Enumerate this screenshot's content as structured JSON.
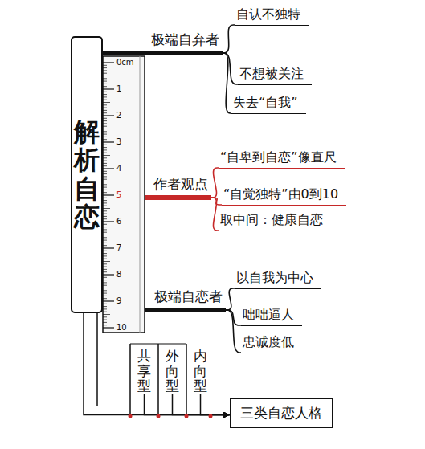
{
  "diagram": {
    "nodes": [
      {
        "text": [
          "解析自恋"
        ]
      },
      {
        "text": [
          "极端自弃者"
        ]
      },
      {
        "text": [
          "自认不独特"
        ]
      },
      {
        "text": [
          "不想被关注"
        ]
      },
      {
        "text": [
          "失去“自我”"
        ]
      },
      {
        "text": [
          "作者观点"
        ]
      },
      {
        "text": [
          "“自卑到自恋”像直尺"
        ]
      },
      {
        "text": [
          "“自觉独特”由0到10"
        ]
      },
      {
        "text": [
          "取中间：健康自恋"
        ]
      },
      {
        "text": [
          "极端自恋者"
        ]
      },
      {
        "text": [
          "以自我为中心"
        ]
      },
      {
        "text": [
          "咄咄逼人"
        ]
      },
      {
        "text": [
          "忠诚度低"
        ]
      },
      {
        "text": [
          "共享型"
        ]
      },
      {
        "text": [
          "外向型"
        ]
      },
      {
        "text": [
          "内向型"
        ]
      },
      {
        "text": [
          "三类自恋人格"
        ]
      }
    ],
    "edges": [
      {
        "from": 0,
        "to": 1,
        "arrow": "none"
      },
      {
        "from": 1,
        "to": 2,
        "arrow": "none"
      },
      {
        "from": 1,
        "to": 3,
        "arrow": "none"
      },
      {
        "from": 1,
        "to": 4,
        "arrow": "none"
      },
      {
        "from": 0,
        "to": 5,
        "arrow": "none"
      },
      {
        "from": 5,
        "to": 6,
        "arrow": "none"
      },
      {
        "from": 5,
        "to": 7,
        "arrow": "none"
      },
      {
        "from": 5,
        "to": 8,
        "arrow": "none"
      },
      {
        "from": 0,
        "to": 9,
        "arrow": "none"
      },
      {
        "from": 9,
        "to": 10,
        "arrow": "none"
      },
      {
        "from": 9,
        "to": 11,
        "arrow": "none"
      },
      {
        "from": 9,
        "to": 12,
        "arrow": "none"
      },
      {
        "from": 13,
        "to": 16,
        "arrow": "to"
      },
      {
        "from": 14,
        "to": 16,
        "arrow": "to"
      },
      {
        "from": 15,
        "to": 16,
        "arrow": "to"
      },
      {
        "from": 0,
        "to": 16,
        "arrow": "to"
      }
    ],
    "labels": [
      "0cm",
      "1",
      "2",
      "3",
      "4",
      "5",
      "6",
      "7",
      "8",
      "9",
      "10"
    ]
  }
}
